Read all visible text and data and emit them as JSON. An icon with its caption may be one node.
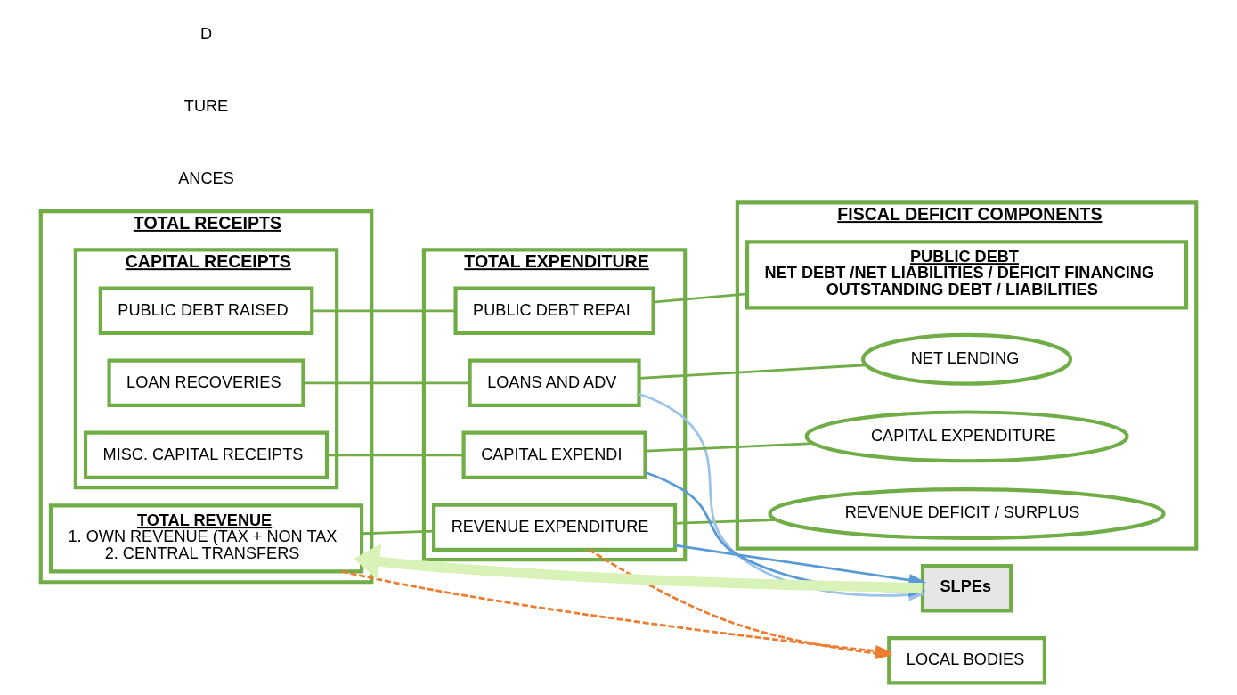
{
  "diagram": {
    "nodes": [
      {
        "text": [
          "TOTAL RECEIPTS"
        ]
      },
      {
        "text": [
          "TOTAL REVENUE",
          "1. OWN REVENUE (TAX + NON TAX",
          "2. CENTRAL TRANSFERS"
        ],
        "in": 0
      },
      {
        "text": [
          "CAPITAL RECEIPTS"
        ],
        "in": 0
      },
      {
        "text": [
          "LOAN RECOVERIES"
        ],
        "in": 2
      },
      {
        "text": [
          "MISC. CAPITAL RECEIPTS"
        ],
        "in": 2
      },
      {
        "text": [
          "PUBLIC DEBT RAISED"
        ],
        "in": 2
      },
      {
        "text": [
          "TOTAL EXPENDITURE"
        ]
      },
      {
        "text": [
          "REVENUE EXPENDITURE"
        ],
        "in": 6
      },
      {
        "text": [
          "LOANS AND ADV"
        ],
        "in": 6
      },
      {
        "text": [
          "CAPITAL EXPENDI"
        ],
        "in": 6
      },
      {
        "text": [
          "PUBLIC DEBT REPAI"
        ],
        "in": 6
      },
      {
        "text": [
          "FISCAL DEFICIT COMPONENTS"
        ]
      },
      {
        "text": [
          "REVENUE DEFICIT / SURPLUS"
        ],
        "in": 11
      },
      {
        "text": [
          "NET LENDING"
        ],
        "in": 11
      },
      {
        "text": [
          "CAPITAL EXPENDITURE"
        ],
        "in": 11
      },
      {
        "text": [
          "PUBLIC DEBT",
          "NET DEBT /NET LIABILITIES / DEFICIT FINANCING",
          "OUTSTANDING DEBT / LIABILITIES"
        ],
        "in": 11
      },
      {
        "text": [
          "SLPEs"
        ]
      },
      {
        "text": [
          "LOCAL BODIES"
        ]
      }
    ],
    "edges": [
      {
        "from": 1,
        "to": 7,
        "arrow": "none"
      },
      {
        "from": 7,
        "to": 12,
        "arrow": "none"
      },
      {
        "from": 3,
        "to": 8,
        "arrow": "none"
      },
      {
        "from": 8,
        "to": 13,
        "arrow": "none"
      },
      {
        "from": 4,
        "to": 9,
        "arrow": "none"
      },
      {
        "from": 9,
        "to": 14,
        "arrow": "none"
      },
      {
        "from": 5,
        "to": 10,
        "arrow": "none"
      },
      {
        "from": 10,
        "to": 15,
        "arrow": "none"
      },
      {
        "from": 16,
        "to": 1,
        "arrow": "to",
        "style": "thick",
        "color": "#d9f2b8"
      },
      {
        "from": 1,
        "to": 17,
        "arrow": "to",
        "style": "dashed",
        "color": "#ed7d31"
      },
      {
        "from": 7,
        "to": 17,
        "arrow": "to",
        "style": "dashed",
        "color": "#ed7d31"
      },
      {
        "from": 7,
        "to": 16,
        "arrow": "to",
        "color": "#5b9bd5"
      },
      {
        "from": 8,
        "to": 16,
        "arrow": "to",
        "color": "#9dc3e6"
      },
      {
        "from": 9,
        "to": 16,
        "arrow": "to",
        "color": "#5b9bd5"
      }
    ],
    "labels": [
      "ANCES",
      "TURE",
      "D"
    ]
  }
}
